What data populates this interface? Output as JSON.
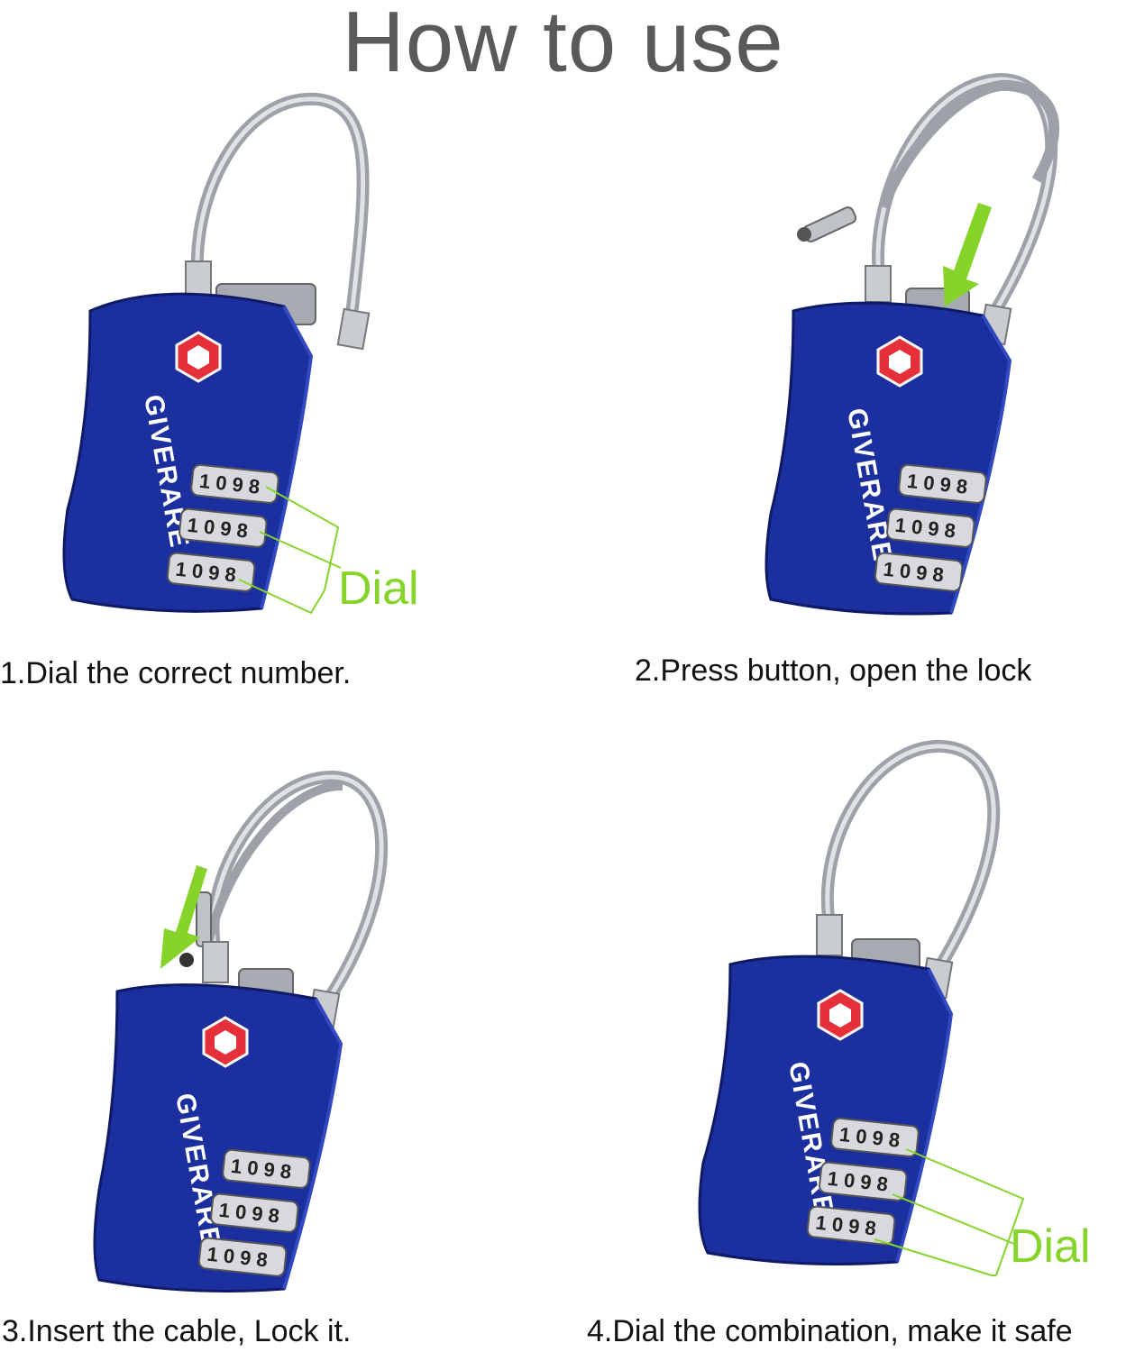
{
  "title": "How to use",
  "steps": [
    {
      "caption": "1.Dial the correct number.",
      "annotation": "Dial"
    },
    {
      "caption": "2.Press button, open the lock"
    },
    {
      "caption": "3.Insert the cable, Lock it."
    },
    {
      "caption": "4.Dial the combination, make it safe",
      "annotation": "Dial"
    }
  ],
  "brand": "GIVERARE",
  "dial_digits": "1 0 9 8",
  "colors": {
    "lock_body": "#1b2f9e",
    "accent_green": "#86d42a",
    "tsa_red": "#e5303a",
    "cable": "#b8bcc2"
  }
}
